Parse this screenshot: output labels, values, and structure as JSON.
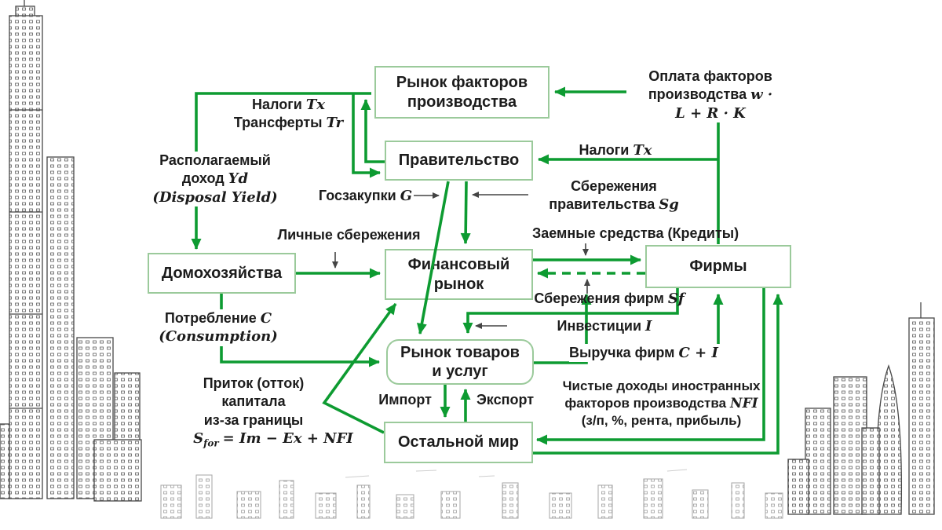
{
  "nodes": {
    "factor_market": {
      "line1": "Рынок факторов",
      "line2": "производства"
    },
    "government": {
      "line1": "Правительство"
    },
    "households": {
      "line1": "Домохозяйства"
    },
    "financial_market": {
      "line1": "Финансовый",
      "line2": "рынок"
    },
    "firms": {
      "line1": "Фирмы"
    },
    "goods_market": {
      "line1": "Рынок товаров",
      "line2": "и услуг"
    },
    "rest_of_world": {
      "line1": "Остальной мир"
    }
  },
  "labels": {
    "factor_payment": {
      "t1": "Оплата факторов",
      "t2": "производства",
      "m2": "w ·",
      "m3": "L + R · K"
    },
    "taxes_transfers": {
      "t1": "Налоги",
      "m1": "Tx",
      "t2": "Трансферты",
      "m2": "Tr"
    },
    "disposable_income": {
      "t1": "Располагаемый",
      "t2": "доход",
      "m2": "Yd",
      "m3": "(Disposal Yield)"
    },
    "taxes_firms": {
      "t1": "Налоги",
      "m1": "Tx"
    },
    "gov_purchases": {
      "t1": "Госзакупки",
      "m1": "G"
    },
    "gov_savings": {
      "t1": "Сбережения",
      "t2": "правительства",
      "m2": "Sg"
    },
    "personal_savings": {
      "t1": "Личные сбережения"
    },
    "loans": {
      "t1": "Заемные средства (Кредиты)"
    },
    "firm_savings": {
      "t1": "Сбережения фирм",
      "m1": "Sf"
    },
    "investments": {
      "t1": "Инвестиции",
      "m1": "I"
    },
    "consumption": {
      "t1": "Потребление",
      "m1": "C",
      "m2": "(Consumption)"
    },
    "firm_revenue": {
      "t1": "Выручка фирм",
      "m1": "C + I"
    },
    "nfi": {
      "t1": "Чистые доходы иностранных",
      "t2": "факторов производства",
      "m2": "NFI",
      "t3": "(з/п, %, рента, прибыль)"
    },
    "capital_flow": {
      "t1": "Приток (отток)",
      "t2": "капитала",
      "t3": "из-за границы",
      "m4a": "S",
      "m4sub": "for",
      "m4b": "= Im − Ex + NFI"
    },
    "imports": {
      "t1": "Импорт"
    },
    "exports": {
      "t1": "Экспорт"
    }
  },
  "colors": {
    "arrow_green": "#0d9b31",
    "box_border": "#9bca9b",
    "text": "#1c1c1c",
    "annotation_gray": "#444444"
  }
}
